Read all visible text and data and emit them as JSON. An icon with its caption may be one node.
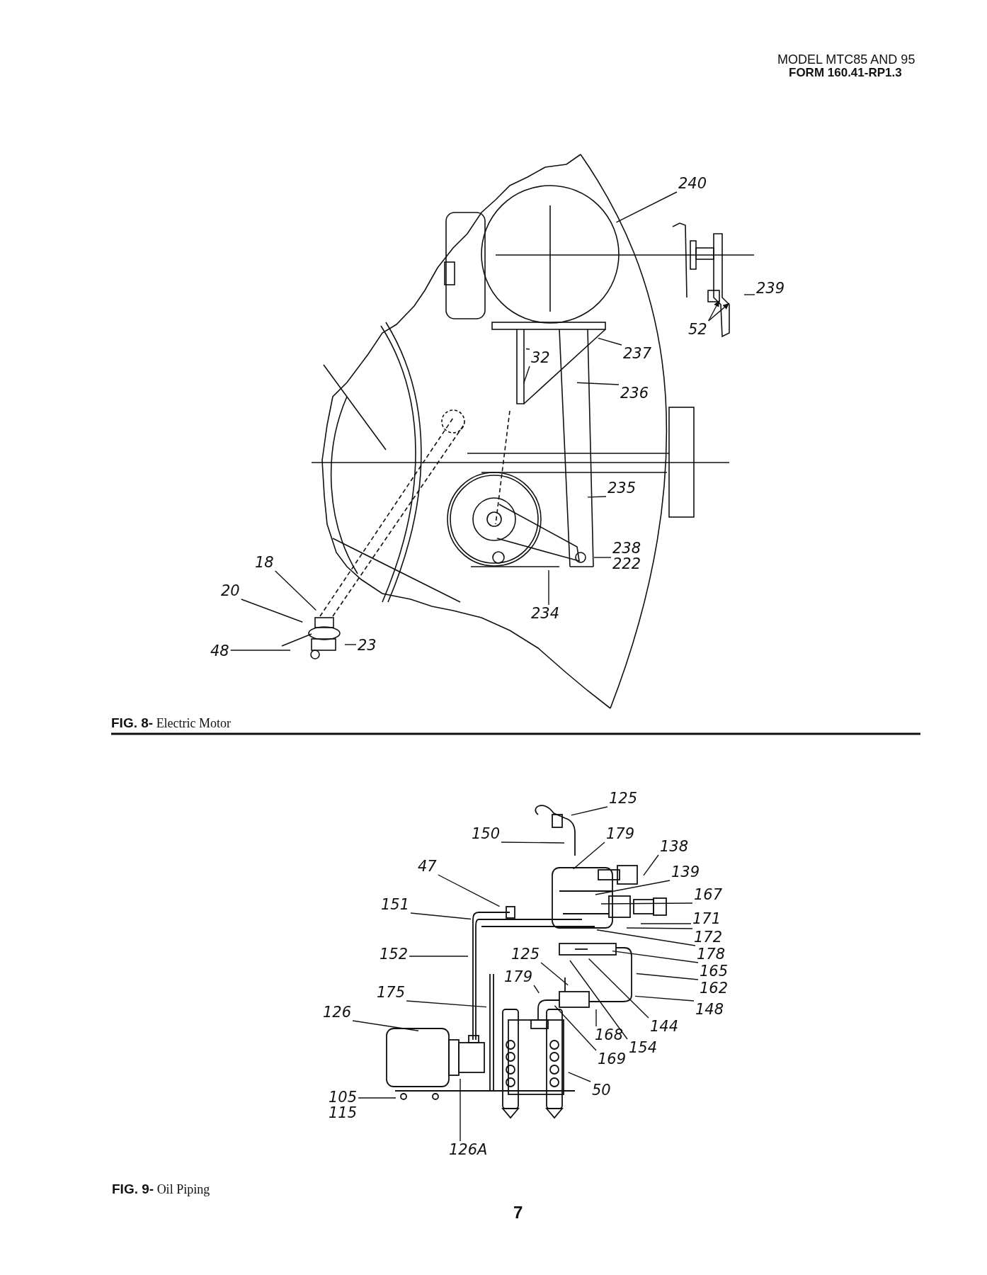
{
  "diagram": {
    "nodes": [
      {
        "text": [
          "240"
        ]
      },
      {
        "text": [
          "239"
        ]
      },
      {
        "text": [
          "52"
        ]
      },
      {
        "text": [
          "237"
        ]
      },
      {
        "text": [
          "32"
        ]
      },
      {
        "text": [
          "236"
        ]
      },
      {
        "text": [
          "235"
        ]
      },
      {
        "text": [
          "238",
          "222"
        ]
      },
      {
        "text": [
          "18"
        ]
      },
      {
        "text": [
          "20"
        ]
      },
      {
        "text": [
          "234"
        ]
      },
      {
        "text": [
          "23"
        ]
      },
      {
        "text": [
          "48"
        ]
      },
      {
        "text": [
          "125"
        ]
      },
      {
        "text": [
          "150"
        ]
      },
      {
        "text": [
          "179"
        ]
      },
      {
        "text": [
          "138"
        ]
      },
      {
        "text": [
          "47"
        ]
      },
      {
        "text": [
          "139"
        ]
      },
      {
        "text": [
          "167"
        ]
      },
      {
        "text": [
          "151"
        ]
      },
      {
        "text": [
          "171"
        ]
      },
      {
        "text": [
          "172"
        ]
      },
      {
        "text": [
          "125"
        ]
      },
      {
        "text": [
          "178"
        ]
      },
      {
        "text": [
          "152"
        ]
      },
      {
        "text": [
          "165"
        ]
      },
      {
        "text": [
          "179"
        ]
      },
      {
        "text": [
          "162"
        ]
      },
      {
        "text": [
          "175"
        ]
      },
      {
        "text": [
          "148"
        ]
      },
      {
        "text": [
          "126"
        ]
      },
      {
        "text": [
          "144"
        ]
      },
      {
        "text": [
          "168"
        ]
      },
      {
        "text": [
          "154"
        ]
      },
      {
        "text": [
          "169"
        ]
      },
      {
        "text": [
          "50"
        ]
      },
      {
        "text": [
          "105",
          "115"
        ]
      },
      {
        "text": [
          "126A"
        ]
      }
    ],
    "edges": [
      {
        "from": 0,
        "to": null,
        "arrow": "none"
      },
      {
        "from": 1,
        "to": null,
        "arrow": "none"
      },
      {
        "from": 2,
        "to": null,
        "arrow": "to"
      },
      {
        "from": 2,
        "to": null,
        "arrow": "to"
      },
      {
        "from": 3,
        "to": null,
        "arrow": "none"
      },
      {
        "from": 4,
        "to": null,
        "arrow": "none"
      },
      {
        "from": 4,
        "to": null,
        "arrow": "none"
      },
      {
        "from": 5,
        "to": null,
        "arrow": "none"
      },
      {
        "from": 6,
        "to": null,
        "arrow": "none"
      },
      {
        "from": 7,
        "to": null,
        "arrow": "none"
      },
      {
        "from": 8,
        "to": null,
        "arrow": "none"
      },
      {
        "from": 9,
        "to": null,
        "arrow": "none"
      },
      {
        "from": 10,
        "to": null,
        "arrow": "none"
      },
      {
        "from": 11,
        "to": null,
        "arrow": "none"
      },
      {
        "from": 12,
        "to": null,
        "arrow": "none"
      },
      {
        "from": 13,
        "to": null,
        "arrow": "none"
      },
      {
        "from": 14,
        "to": null,
        "arrow": "none"
      },
      {
        "from": 15,
        "to": null,
        "arrow": "none"
      },
      {
        "from": 16,
        "to": null,
        "arrow": "none"
      },
      {
        "from": 17,
        "to": null,
        "arrow": "none"
      },
      {
        "from": 18,
        "to": null,
        "arrow": "none"
      },
      {
        "from": 19,
        "to": null,
        "arrow": "none"
      },
      {
        "from": 20,
        "to": null,
        "arrow": "none"
      },
      {
        "from": 21,
        "to": null,
        "arrow": "none"
      },
      {
        "from": 22,
        "to": null,
        "arrow": "none"
      },
      {
        "from": 23,
        "to": null,
        "arrow": "none"
      },
      {
        "from": 24,
        "to": null,
        "arrow": "none"
      },
      {
        "from": 25,
        "to": null,
        "arrow": "none"
      },
      {
        "from": 26,
        "to": null,
        "arrow": "none"
      },
      {
        "from": 27,
        "to": null,
        "arrow": "none"
      },
      {
        "from": 28,
        "to": null,
        "arrow": "none"
      },
      {
        "from": 29,
        "to": null,
        "arrow": "none"
      },
      {
        "from": 30,
        "to": null,
        "arrow": "none"
      },
      {
        "from": 31,
        "to": null,
        "arrow": "none"
      },
      {
        "from": 32,
        "to": null,
        "arrow": "none"
      },
      {
        "from": 33,
        "to": null,
        "arrow": "none"
      },
      {
        "from": 34,
        "to": null,
        "arrow": "none"
      },
      {
        "from": 35,
        "to": null,
        "arrow": "none"
      },
      {
        "from": 36,
        "to": null,
        "arrow": "none"
      },
      {
        "from": 37,
        "to": null,
        "arrow": "none"
      },
      {
        "from": 38,
        "to": null,
        "arrow": "none"
      }
    ],
    "labels": [
      "MODEL MTC85 AND 95",
      "**FORM 160.41-RP1.3**",
      "**FIG. 8-** Electric Motor",
      "**FIG. 9-** Oil Piping",
      "7"
    ]
  }
}
